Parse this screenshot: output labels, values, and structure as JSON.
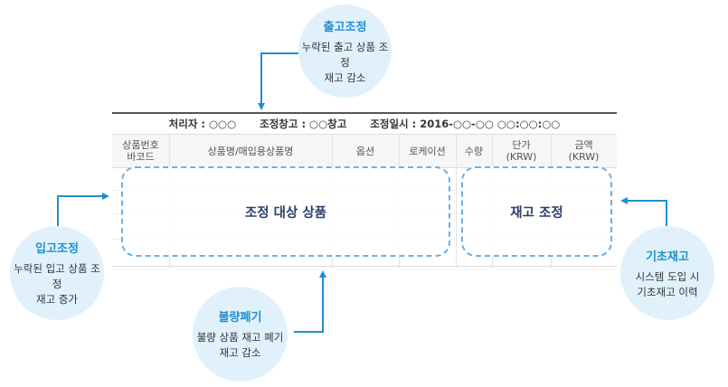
{
  "callouts": {
    "outbound": {
      "title": "출고조정",
      "lines": [
        "누락된 출고 상품 조정",
        "재고 감소"
      ]
    },
    "inbound": {
      "title": "입고조정",
      "lines": [
        "누락된 입고 상품 조정",
        "재고 증가"
      ]
    },
    "defect": {
      "title": "불량폐기",
      "lines": [
        "불량 상품 재고 폐기",
        "재고 감소"
      ]
    },
    "base": {
      "title": "기초재고",
      "lines": [
        "시스템 도입 시",
        "기초재고 이력"
      ]
    }
  },
  "info": {
    "handler": "처리자 : ○○○",
    "warehouse": "조정창고 : ○○창고",
    "datetime": "조정일시 : 2016-○○-○○ ○○:○○:○○"
  },
  "columns": [
    {
      "line1": "상품번호",
      "line2": "바코드"
    },
    {
      "line1": "상품명/매입용상품명",
      "line2": ""
    },
    {
      "line1": "옵션",
      "line2": ""
    },
    {
      "line1": "로케이션",
      "line2": ""
    },
    {
      "line1": "수량",
      "line2": ""
    },
    {
      "line1": "단가",
      "line2": "(KRW)"
    },
    {
      "line1": "금액",
      "line2": "(KRW)"
    }
  ],
  "groups": {
    "target": "조정 대상 상품",
    "adjust": "재고 조정"
  },
  "colors": {
    "accent": "#1f8fd1",
    "circle_bg": "#e1f1fb",
    "dashed": "#6fb0e0"
  }
}
